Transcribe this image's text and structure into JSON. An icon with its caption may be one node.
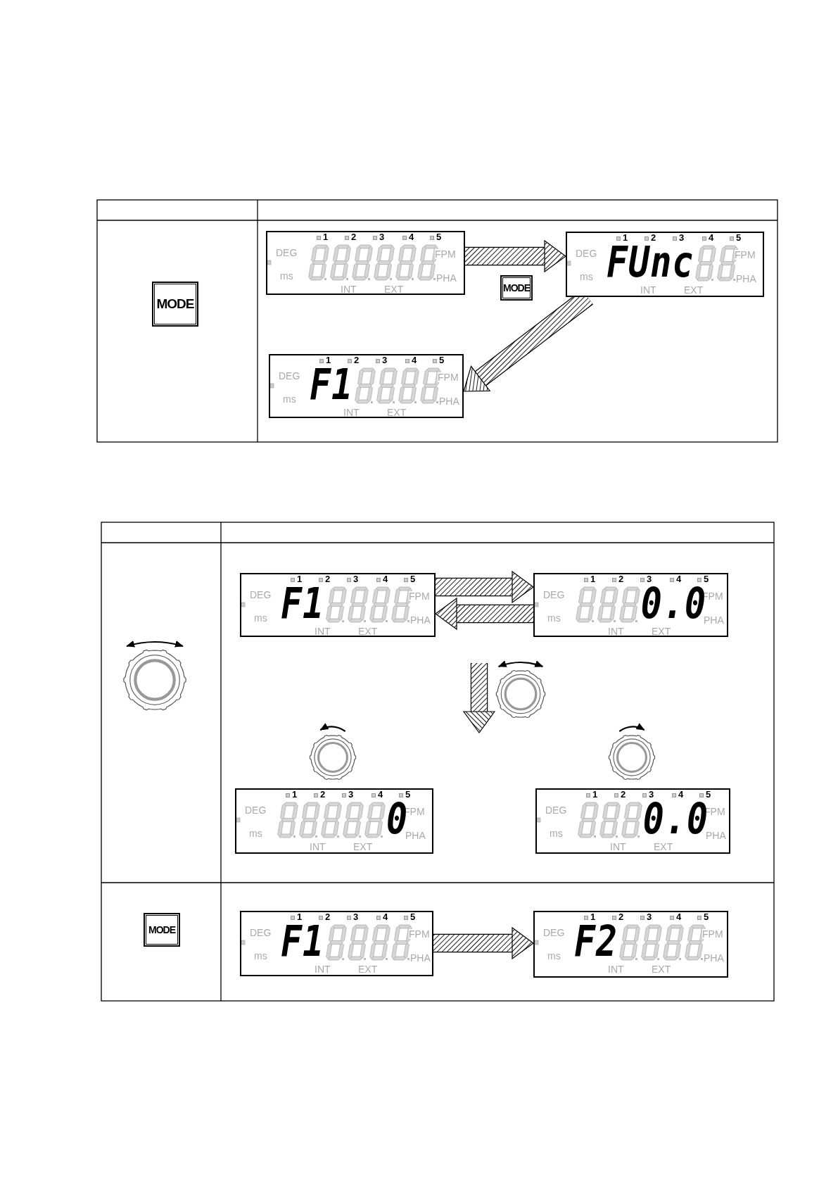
{
  "diagram": {
    "nodes": [
      {
        "text": [
          "MODE"
        ]
      },
      {
        "text": [
          "1",
          "2",
          "3",
          "4",
          "5",
          "DEG",
          "ms",
          "FPM",
          "PHA",
          "INT",
          "EXT"
        ]
      },
      {
        "text": [
          "FUnc",
          "1",
          "2",
          "3",
          "4",
          "5",
          "DEG",
          "ms",
          "FPM",
          "PHA",
          "INT",
          "EXT"
        ]
      },
      {
        "text": [
          "MODE"
        ]
      },
      {
        "text": [
          "F1",
          "1",
          "2",
          "3",
          "4",
          "5",
          "DEG",
          "ms",
          "FPM",
          "PHA",
          "INT",
          "EXT"
        ]
      },
      {
        "text": [
          "F1",
          "1",
          "2",
          "3",
          "4",
          "5",
          "DEG",
          "ms",
          "FPM",
          "PHA",
          "INT",
          "EXT"
        ]
      },
      {
        "text": [
          "0.0",
          "1",
          "2",
          "3",
          "4",
          "5",
          "DEG",
          "ms",
          "FPM",
          "PHA",
          "INT",
          "EXT"
        ]
      },
      {
        "text": [
          "0",
          "1",
          "2",
          "3",
          "4",
          "5",
          "DEG",
          "ms",
          "FPM",
          "PHA",
          "INT",
          "EXT"
        ]
      },
      {
        "text": [
          "0.0",
          "1",
          "2",
          "3",
          "4",
          "5",
          "DEG",
          "ms",
          "FPM",
          "PHA",
          "INT",
          "EXT"
        ]
      },
      {
        "text": [
          "MODE"
        ]
      },
      {
        "text": [
          "F1",
          "1",
          "2",
          "3",
          "4",
          "5",
          "DEG",
          "ms",
          "FPM",
          "PHA",
          "INT",
          "EXT"
        ]
      },
      {
        "text": [
          "F2",
          "1",
          "2",
          "3",
          "4",
          "5",
          "DEG",
          "ms",
          "FPM",
          "PHA",
          "INT",
          "EXT"
        ]
      }
    ],
    "edges": [
      {
        "from": 1,
        "to": 2,
        "arrow": "to"
      },
      {
        "from": 2,
        "to": 4,
        "arrow": "to"
      },
      {
        "from": 5,
        "to": 6,
        "arrow": "to"
      },
      {
        "from": 6,
        "to": 5,
        "arrow": "to"
      },
      {
        "from": 10,
        "to": 11,
        "arrow": "to"
      }
    ]
  }
}
